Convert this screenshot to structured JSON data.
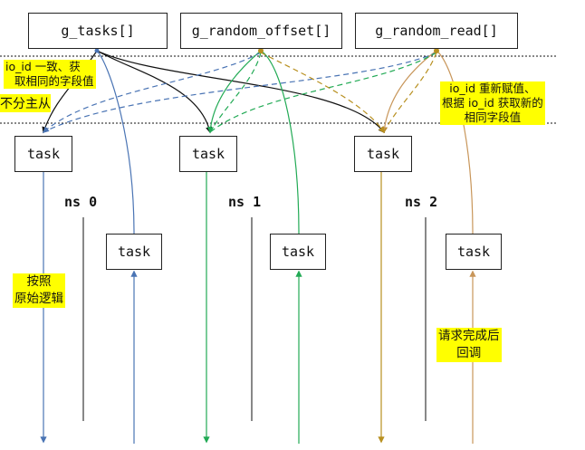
{
  "arrays": {
    "tasks": "g_tasks[]",
    "offset": "g_random_offset[]",
    "read": "g_random_read[]"
  },
  "task_label": "task",
  "namespaces": [
    "ns 0",
    "ns 1",
    "ns 2"
  ],
  "notes": {
    "left_line1": "io_id 一致、获",
    "left_line2": "取相同的字段值",
    "left_extra": "不分主从",
    "right_line1": "io_id 重新赋值、",
    "right_line2": "根据 io_id 获取新的",
    "right_line3": "相同字段值",
    "original_line1": "按照",
    "original_line2": "原始逻辑",
    "callback_line1": "请求完成后",
    "callback_line2": "回调"
  },
  "colors": {
    "tasks": "#4a74b4",
    "offset": "#22aa55",
    "read": "#c8965a",
    "gold": "#b89020",
    "black": "#111111",
    "highlight": "#ffff00"
  }
}
